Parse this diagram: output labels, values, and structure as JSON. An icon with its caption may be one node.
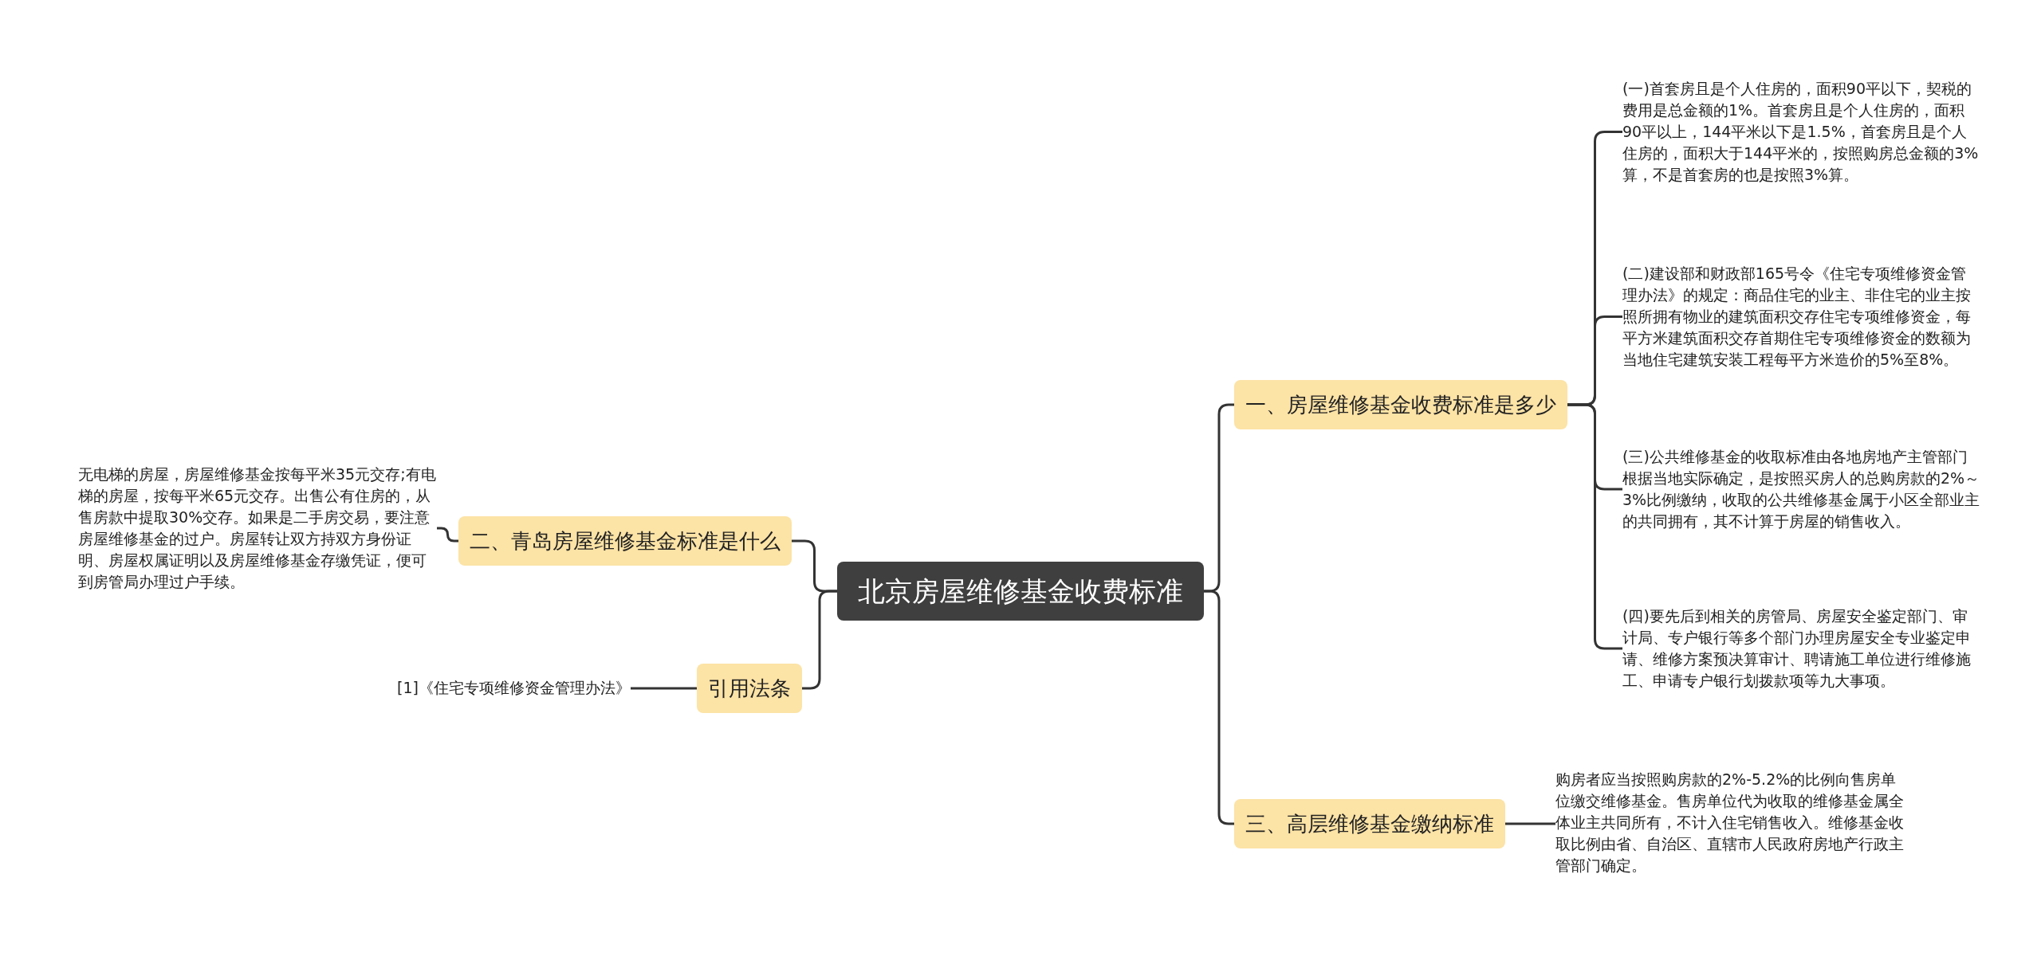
{
  "diagram": {
    "nodes": [
      {
        "text": [
          "北京房屋维修基金收费标准"
        ]
      },
      {
        "text": [
          "一、房屋维修基金收费标准是多少"
        ]
      },
      {
        "text": [
          "(一)首套房且是个人住房的，面积90平以下，契税的费用是总金额的1%。首套房且是个人住房的，面积90平以上，144平米以下是1.5%，首套房且是个人住房的，面积大于144平米的，按照购房总金额的3%算，不是首套房的也是按照3%算。"
        ]
      },
      {
        "text": [
          "(二)建设部和财政部165号令《住宅专项维修资金管理办法》的规定：商品住宅的业主、非住宅的业主按照所拥有物业的建筑面积交存住宅专项维修资金，每平方米建筑面积交存首期住宅专项维修资金的数额为当地住宅建筑安装工程每平方米造价的5%至8%。"
        ]
      },
      {
        "text": [
          "(三)公共维修基金的收取标准由各地房地产主管部门根据当地实际确定，是按照买房人的总购房款的2%～3%比例缴纳，收取的公共维修基金属于小区全部业主的共同拥有，其不计算于房屋的销售收入。"
        ]
      },
      {
        "text": [
          "(四)要先后到相关的房管局、房屋安全鉴定部门、审计局、专户银行等多个部门办理房屋安全专业鉴定申请、维修方案预决算审计、聘请施工单位进行维修施工、申请专户银行划拨款项等九大事项。"
        ]
      },
      {
        "text": [
          "三、高层维修基金缴纳标准"
        ]
      },
      {
        "text": [
          "购房者应当按照购房款的2%-5.2%的比例向售房单位缴交维修基金。售房单位代为收取的维修基金属全体业主共同所有，不计入住宅销售收入。维修基金收取比例由省、自治区、直辖市人民政府房地产行政主管部门确定。"
        ]
      },
      {
        "text": [
          "二、青岛房屋维修基金标准是什么"
        ]
      },
      {
        "text": [
          "无电梯的房屋，房屋维修基金按每平米35元交存;有电梯的房屋，按每平米65元交存。出售公有住房的，从售房款中提取30%交存。如果是二手房交易，要注意房屋维修基金的过户。房屋转让双方持双方身份证明、房屋权属证明以及房屋维修基金存缴凭证，便可到房管局办理过户手续。"
        ]
      },
      {
        "text": [
          "引用法条"
        ]
      },
      {
        "text": [
          "[1]《住宅专项维修资金管理办法》"
        ]
      }
    ],
    "edges": [
      {
        "from": 0,
        "to": 1,
        "arrow": "none"
      },
      {
        "from": 1,
        "to": 2,
        "arrow": "none"
      },
      {
        "from": 1,
        "to": 3,
        "arrow": "none"
      },
      {
        "from": 1,
        "to": 4,
        "arrow": "none"
      },
      {
        "from": 1,
        "to": 5,
        "arrow": "none"
      },
      {
        "from": 0,
        "to": 6,
        "arrow": "none"
      },
      {
        "from": 6,
        "to": 7,
        "arrow": "none"
      },
      {
        "from": 0,
        "to": 8,
        "arrow": "none"
      },
      {
        "from": 8,
        "to": 9,
        "arrow": "none"
      },
      {
        "from": 0,
        "to": 10,
        "arrow": "none"
      },
      {
        "from": 10,
        "to": 11,
        "arrow": "none"
      }
    ]
  }
}
